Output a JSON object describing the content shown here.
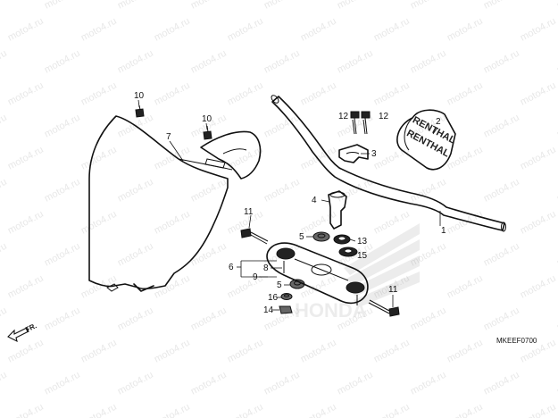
{
  "watermark": "moto4.ru",
  "diagram_code": "MKEEF0700",
  "direction_label": "FR.",
  "callouts": {
    "c1": "1",
    "c2": "2",
    "c3": "3",
    "c4": "4",
    "c5a": "5",
    "c5b": "5",
    "c6": "6",
    "c7": "7",
    "c8": "8",
    "c9": "9",
    "c10a": "10",
    "c10b": "10",
    "c11a": "11",
    "c11b": "11",
    "c12a": "12",
    "c12b": "12",
    "c13": "13",
    "c14": "14",
    "c15": "15",
    "c16": "16"
  }
}
